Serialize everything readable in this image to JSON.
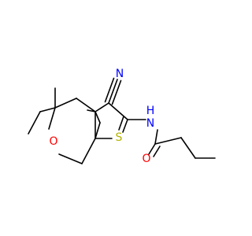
{
  "molecule": {
    "atoms": {
      "nitrogen_nitrile": {
        "text": "N",
        "color": "#0000ff"
      },
      "nitrogen_amide": {
        "text": "N",
        "color": "#0000ff"
      },
      "hydrogen_amide": {
        "text": "H",
        "color": "#0000ff"
      },
      "oxygen_ring": {
        "text": "O",
        "color": "#ff0000"
      },
      "oxygen_carbonyl": {
        "text": "O",
        "color": "#ff0000"
      },
      "sulfur_ring": {
        "text": "S",
        "color": "#b2b200"
      }
    }
  }
}
